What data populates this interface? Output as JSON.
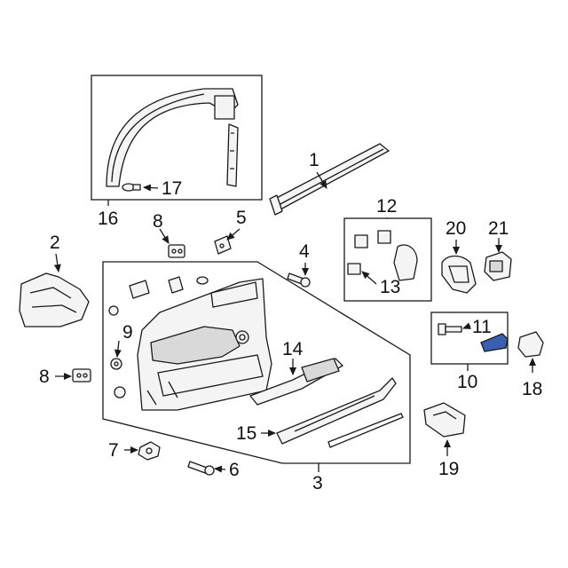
{
  "callouts": {
    "c1": "1",
    "c2": "2",
    "c3": "3",
    "c4": "4",
    "c5": "5",
    "c6": "6",
    "c7": "7",
    "c8a": "8",
    "c8b": "8",
    "c9": "9",
    "c10": "10",
    "c11": "11",
    "c12": "12",
    "c13": "13",
    "c14": "14",
    "c15": "15",
    "c16": "16",
    "c17": "17",
    "c18": "18",
    "c19": "19",
    "c20": "20",
    "c21": "21"
  },
  "colors": {
    "line": "#1a1a1a",
    "highlight": "#3a5fb0"
  }
}
